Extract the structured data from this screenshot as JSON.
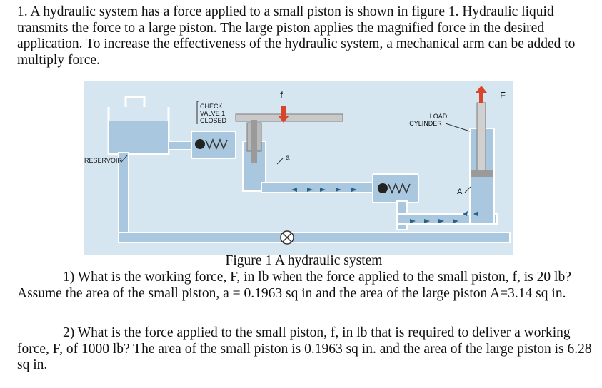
{
  "intro": {
    "text": "1. A hydraulic system has a force applied to a small piston is shown in figure 1. Hydraulic liquid transmits the force to a large piston. The large piston applies the magnified force in the desired application. To increase the effectiveness of the hydraulic system, a mechanical arm can be added to multiply force."
  },
  "figure": {
    "labels": {
      "f": "f",
      "F": "F",
      "check_valve_1": "CHECK",
      "check_valve_2": "VALVE 1",
      "check_valve_3": "CLOSED",
      "load_1": "LOAD",
      "load_2": "CYLINDER",
      "reservoir": "RESERVOIR",
      "a": "a",
      "A": "A"
    },
    "colors": {
      "background": "#cfe3ef",
      "fluid": "#a9c8e0",
      "pipe_outline": "#6a8aa3",
      "arrow_down": "#d9442b",
      "arrow_up": "#d9442b"
    },
    "caption": "Figure 1 A hydraulic system"
  },
  "questions": [
    {
      "text": "1) What is the working force, F, in lb when the force applied to the small piston, f, is 20 lb? Assume the area of the small piston, a = 0.1963 sq in and the area of the large piston A=3.14 sq in."
    },
    {
      "text": "2) What is the force applied to the small piston, f, in lb that is required to deliver a working force, F, of 1000 lb? The area of the small piston is 0.1963 sq in. and the area of the large piston is 6.28 sq in."
    }
  ]
}
